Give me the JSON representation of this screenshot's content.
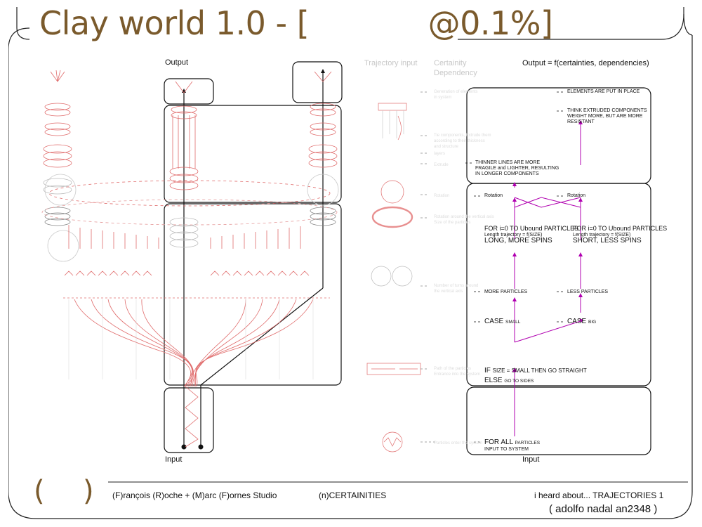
{
  "header": {
    "title": "Clay world 1.0 - [            @0.1%]"
  },
  "left_panel": {
    "output_label": "Output",
    "input_label": "Input"
  },
  "right_panel": {
    "col_trajectory": "Trajectory input",
    "col_certainty_line1": "Certainity",
    "col_certainty_line2": "Dependency",
    "output_formula": "Output = f(certainties, dependencies)",
    "input_label": "Input",
    "nodes": {
      "elements_in_place": "ELEMENTS ARE PUT IN PLACE",
      "thinnerlines_1": "THINK EXTRUDED COMPONENTS",
      "thinnerlines_2": "WEIGHT MORE, BUT ARE MORE",
      "thinnerlines_3": "RESISTANT",
      "thin_1": "THINNER LINES ARE MORE",
      "thin_2": "FRAGILE and LIGHTER, RESULTING",
      "thin_3": "IN LONGER COMPONENTS",
      "rotation_left": "Rotation",
      "rotation_right": "Rotation",
      "for_left_1": "FOR i=0 TO Ubound PARTICLES",
      "for_left_2": "Length trajectory = f(SIZE)",
      "for_left_3": "LONG, MORE SPINS",
      "for_right_1": "FOR i=0 TO Ubound PARTICLES",
      "for_right_2": "Length trajectory = f(SIZE)",
      "for_right_3": "SHORT, LESS SPINS",
      "more_particles": "MORE PARTICLES",
      "less_particles": "LESS PARTICLES",
      "case_small_a": "CASE",
      "case_small_b": "SMALL",
      "case_big_a": "CASE",
      "case_big_b": "BIG",
      "if_line_a": "IF",
      "if_line_b": "SIZE = SMALL THEN GO STRAIGHT",
      "else_a": "ELSE",
      "else_b": "GO TO SIDES",
      "forall_a": "FOR ALL",
      "forall_b": "PARTICLES",
      "forall_c": "INPUT TO SYSTEM"
    },
    "ghost_notes": [
      "Generation of elements",
      "in system",
      "Tie components, Extrude them",
      "according to their thickness",
      "and structure",
      "layers",
      "Extrude",
      "Rotation",
      "Rotation around the vertical axis",
      "Size of the particles",
      "Number of turns around",
      "the vertical axis",
      "Path of the particles",
      "Entrance into the system",
      "Particles enter the system"
    ]
  },
  "footer": {
    "paren_open": "(",
    "paren_close": ")",
    "studio": "(F)rançois (R)oche + (M)arc (F)ornes  Studio",
    "uncertainties": "(n)CERTAINITIES",
    "heard_about": "i heard about...  TRAJECTORIES  1",
    "author": "( adolfo nadal an2348 )"
  },
  "colors": {
    "title": "#7a5a2c",
    "trajectory": "#e06c6c",
    "flow_arrow": "#b000b0",
    "frame": "#222222"
  }
}
